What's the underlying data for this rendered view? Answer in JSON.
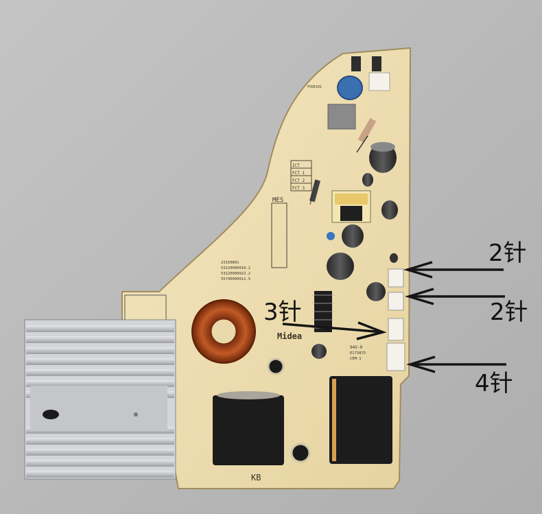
{
  "annotations": [
    {
      "id": "connector-top",
      "text": "2针"
    },
    {
      "id": "connector-middle",
      "text": "2针"
    },
    {
      "id": "connector-left",
      "text": "3针"
    },
    {
      "id": "connector-bottom",
      "text": "4针"
    }
  ],
  "board": {
    "brand": "Midea",
    "silkscreen": {
      "mes": "MES",
      "fct_table": [
        "ICT",
        "FCT 1",
        "FCT 2",
        "FCT 3"
      ],
      "part_numbers": [
        "23150801",
        "53220000010.2",
        "53220000022.2",
        "55740000012.5"
      ],
      "rating": "94V-0",
      "cert": "E173875",
      "cem": "CEM-1",
      "bottom_mark": "KB",
      "fuse_label": "FUSE101"
    },
    "colors": {
      "pcb": "#efe0b2",
      "heatsink": "#c9cbcf",
      "toroid_copper": "#a6471d",
      "arrow": "#151515"
    }
  }
}
